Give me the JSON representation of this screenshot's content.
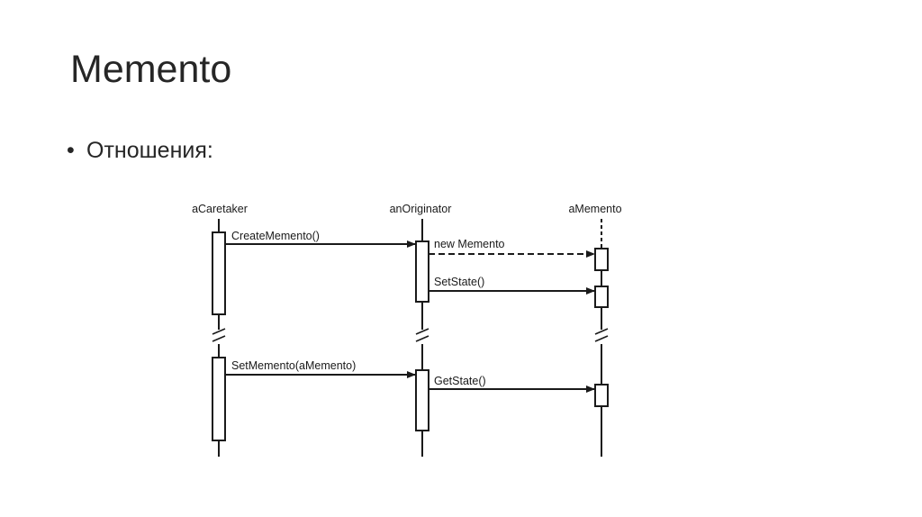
{
  "slide": {
    "title": "Memento",
    "bullets": [
      {
        "marker": "•",
        "text": "Отношения:"
      }
    ]
  },
  "diagram": {
    "participants": {
      "caretaker": "aCaretaker",
      "originator": "anOriginator",
      "memento": "aMemento"
    },
    "messages": {
      "create_memento": "CreateMemento()",
      "new_memento": "new Memento",
      "set_state": "SetState()",
      "set_memento": "SetMemento(aMemento)",
      "get_state": "GetState()"
    }
  }
}
